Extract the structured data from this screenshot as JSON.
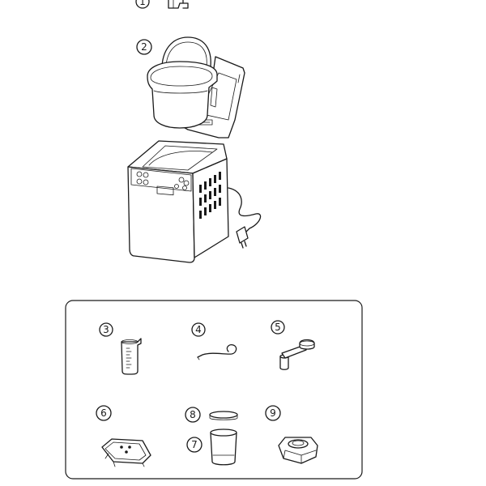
{
  "markers": {
    "m1": "1",
    "m2": "2",
    "m3": "3",
    "m4": "4",
    "m5": "5",
    "m6": "6",
    "m7": "7",
    "m8": "8",
    "m9": "9"
  }
}
